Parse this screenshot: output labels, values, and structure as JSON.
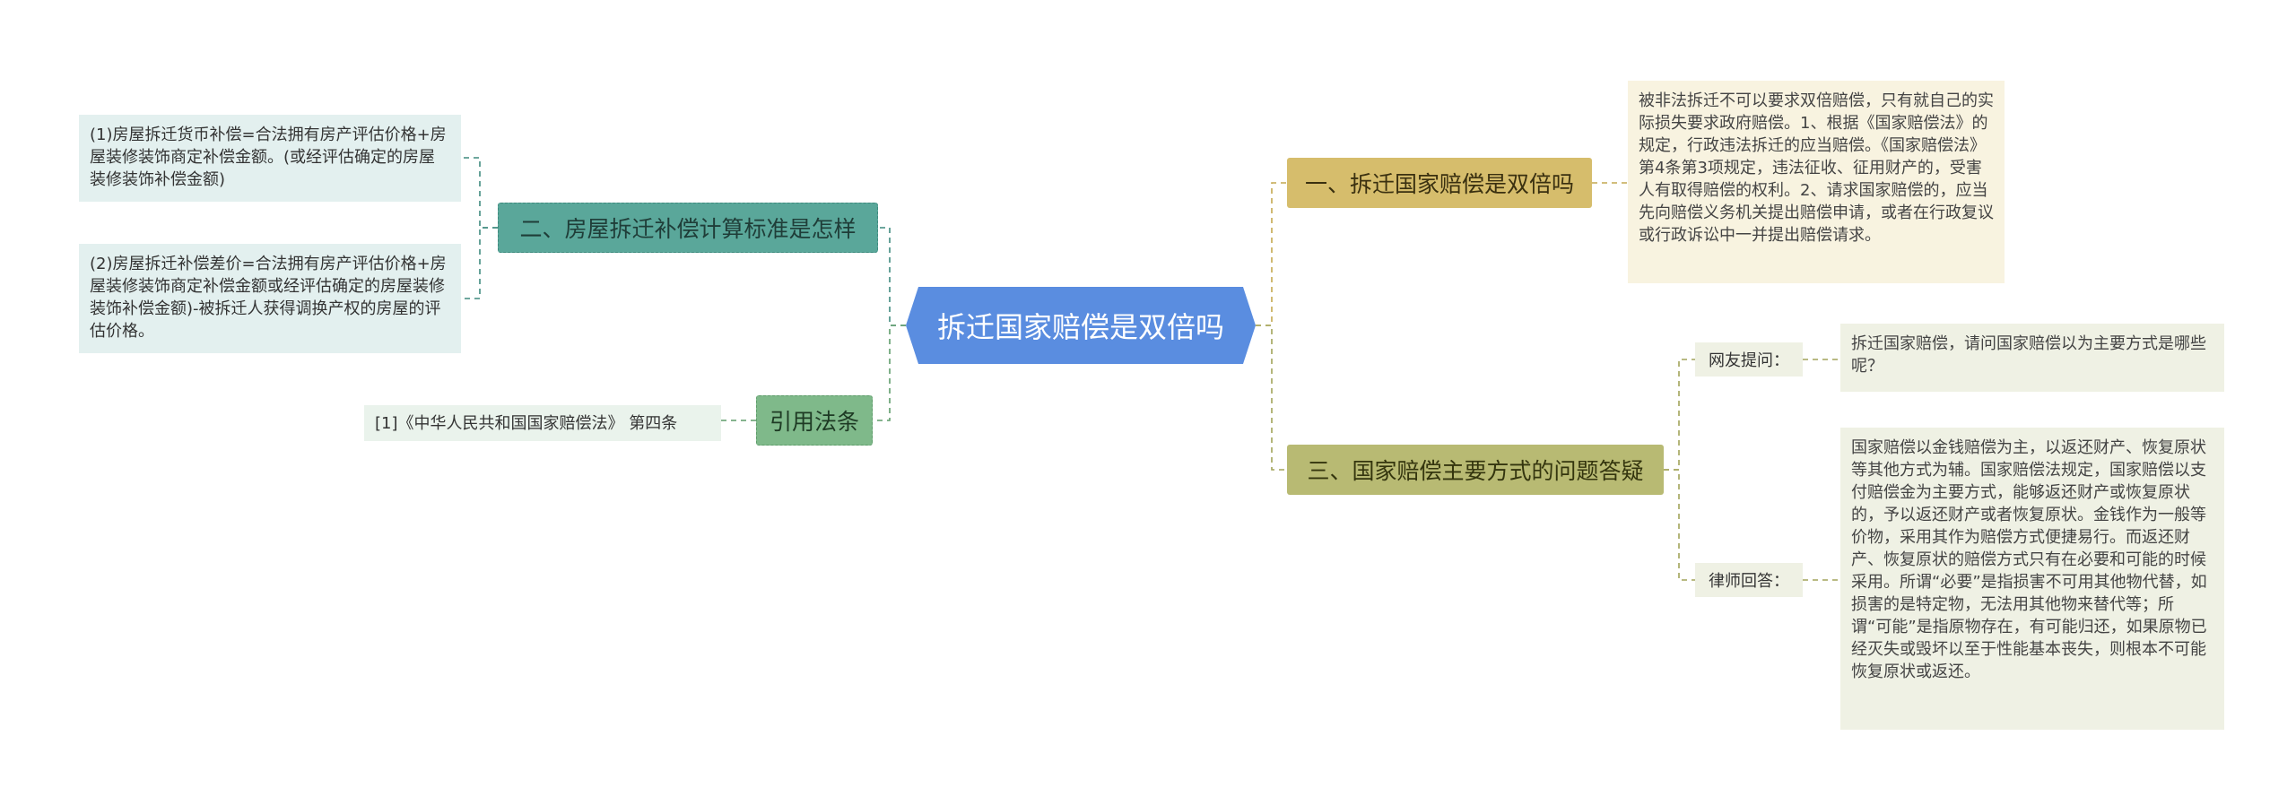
{
  "root": {
    "label": "拆迁国家赔偿是双倍吗"
  },
  "left": {
    "calc": {
      "label": "二、房屋拆迁补偿计算标准是怎样",
      "items": [
        "(1)房屋拆迁货币补偿=合法拥有房产评估价格+房屋装修装饰商定补偿金额。(或经评估确定的房屋装修装饰补偿金额)",
        "(2)房屋拆迁补偿差价=合法拥有房产评估价格+房屋装修装饰商定补偿金额或经评估确定的房屋装修装饰补偿金额)-被拆迁人获得调换产权的房屋的评估价格。"
      ]
    },
    "law": {
      "label": "引用法条",
      "citation": "[1]《中华人民共和国国家赔偿法》 第四条"
    }
  },
  "right": {
    "double": {
      "label": "一、拆迁国家赔偿是双倍吗",
      "detail": "被非法拆迁不可以要求双倍赔偿，只有就自己的实际损失要求政府赔偿。1、根据《国家赔偿法》的规定，行政违法拆迁的应当赔偿。《国家赔偿法》第4条第3项规定，违法征收、征用财产的，受害人有取得赔偿的权利。2、请求国家赔偿的，应当先向赔偿义务机关提出赔偿申请，或者在行政复议或行政诉讼中一并提出赔偿请求。"
    },
    "qa": {
      "label": "三、国家赔偿主要方式的问题答疑",
      "question_label": "网友提问：",
      "question": "拆迁国家赔偿，请问国家赔偿以为主要方式是哪些呢？",
      "answer_label": "律师回答：",
      "answer": "国家赔偿以金钱赔偿为主，以返还财产、恢复原状等其他方式为辅。国家赔偿法规定，国家赔偿以支付赔偿金为主要方式，能够返还财产或恢复原状的，予以返还财产或者恢复原状。金钱作为一般等价物，采用其作为赔偿方式便捷易行。而返还财产、恢复原状的赔偿方式只有在必要和可能的时候采用。所谓“必要”是指损害不可用其他物代替，如损害的是特定物，无法用其他物来替代等；所谓“可能”是指原物存在，有可能归还，如果原物已经灭失或毁坏以至于性能基本丧失，则根本不可能恢复原状或返还。"
    }
  },
  "colors": {
    "root": "#5a8de0",
    "teal": "#5aa79a",
    "green": "#7fb98a",
    "gold": "#d6bd6c",
    "olive": "#b8ba73"
  }
}
